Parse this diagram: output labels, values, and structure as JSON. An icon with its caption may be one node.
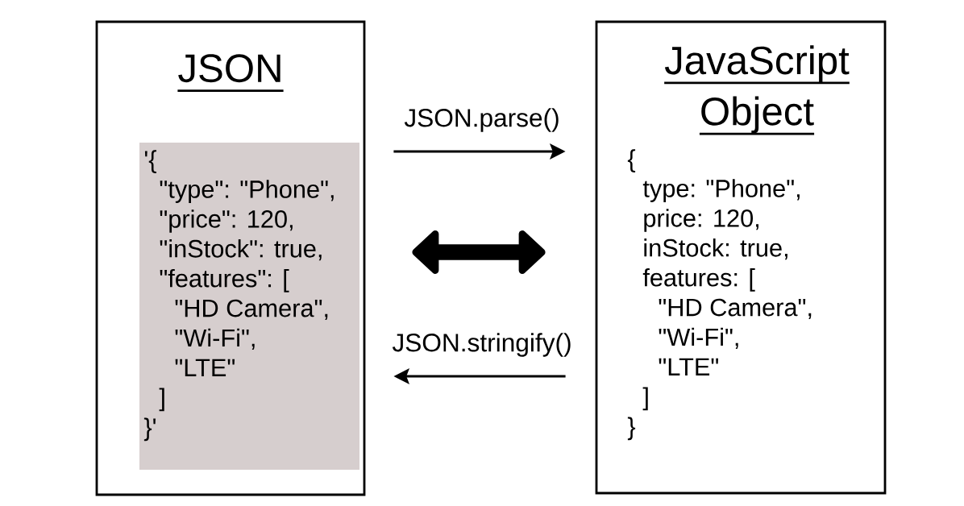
{
  "diagram": {
    "nodes": [
      {
        "text": [
          "JSON"
        ]
      },
      {
        "text": [
          "'{",
          "\"type\": \"Phone\",",
          "\"price\": 120,",
          "\"inStock\": true,",
          "\"features\": [",
          "\"HD Camera\",",
          "\"Wi-Fi\",",
          "\"LTE\"",
          "]",
          "}'"
        ],
        "in": 0
      },
      {
        "text": [
          "JavaScript Object",
          "{",
          "type: \"Phone\",",
          "price: 120,",
          "inStock: true,",
          "features: [",
          "\"HD Camera\",",
          "\"Wi-Fi\",",
          "\"LTE\"",
          "]",
          "}"
        ]
      }
    ],
    "edges": [
      {
        "from": 0,
        "to": 2,
        "arrow": "to",
        "label": "JSON.parse()"
      },
      {
        "from": 0,
        "to": 2,
        "arrow": "both",
        "style": "thick"
      },
      {
        "from": 2,
        "to": 0,
        "arrow": "to",
        "label": "JSON.stringify()"
      }
    ]
  }
}
